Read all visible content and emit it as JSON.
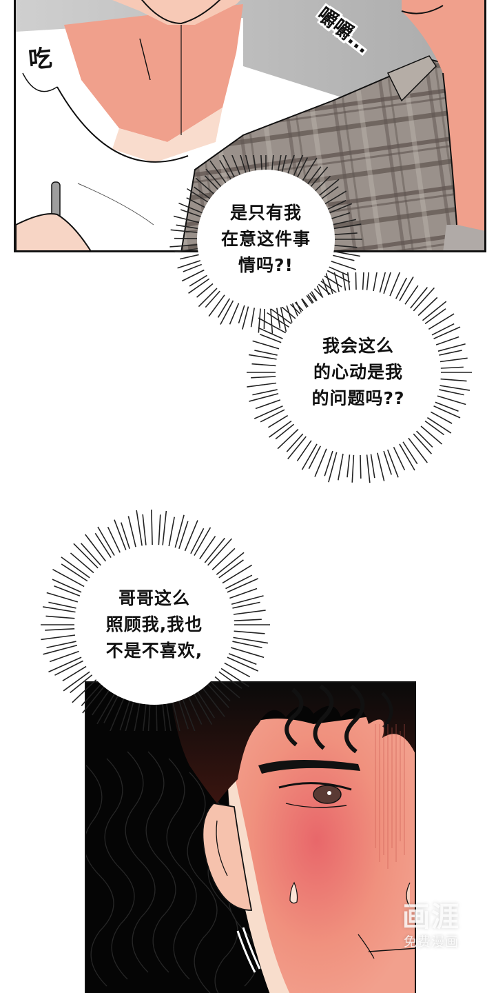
{
  "page": {
    "type": "webtoon-page",
    "background": "#ffffff"
  },
  "panel_top": {
    "sfx_eat": "吃",
    "sfx_chew": "嚼嚼...",
    "colors": {
      "skin": "#f0a08c",
      "skin_light": "#f9dccd",
      "shirt": "#ffffff",
      "background_gray": "#bdbcbc",
      "plaid_base": "#9b918a",
      "plaid_stripe": "#5a504b",
      "outline": "#111111"
    }
  },
  "bubbles": [
    {
      "id": "bubble-1",
      "text": "是只有我\n在意这件事\n情吗?!"
    },
    {
      "id": "bubble-2",
      "text": "我会这么\n的心动是我\n的问题吗??"
    },
    {
      "id": "bubble-3",
      "text": "哥哥这么\n照顾我,我也\n不是不喜欢,"
    }
  ],
  "panel_bottom": {
    "colors": {
      "hair": "#050505",
      "face": "#f0917e",
      "blush": "#e8746a",
      "ear": "#f6c2ad",
      "eye": "#5a3a34"
    }
  },
  "watermark": {
    "logo": "画涯",
    "subtitle": "免费漫画"
  }
}
